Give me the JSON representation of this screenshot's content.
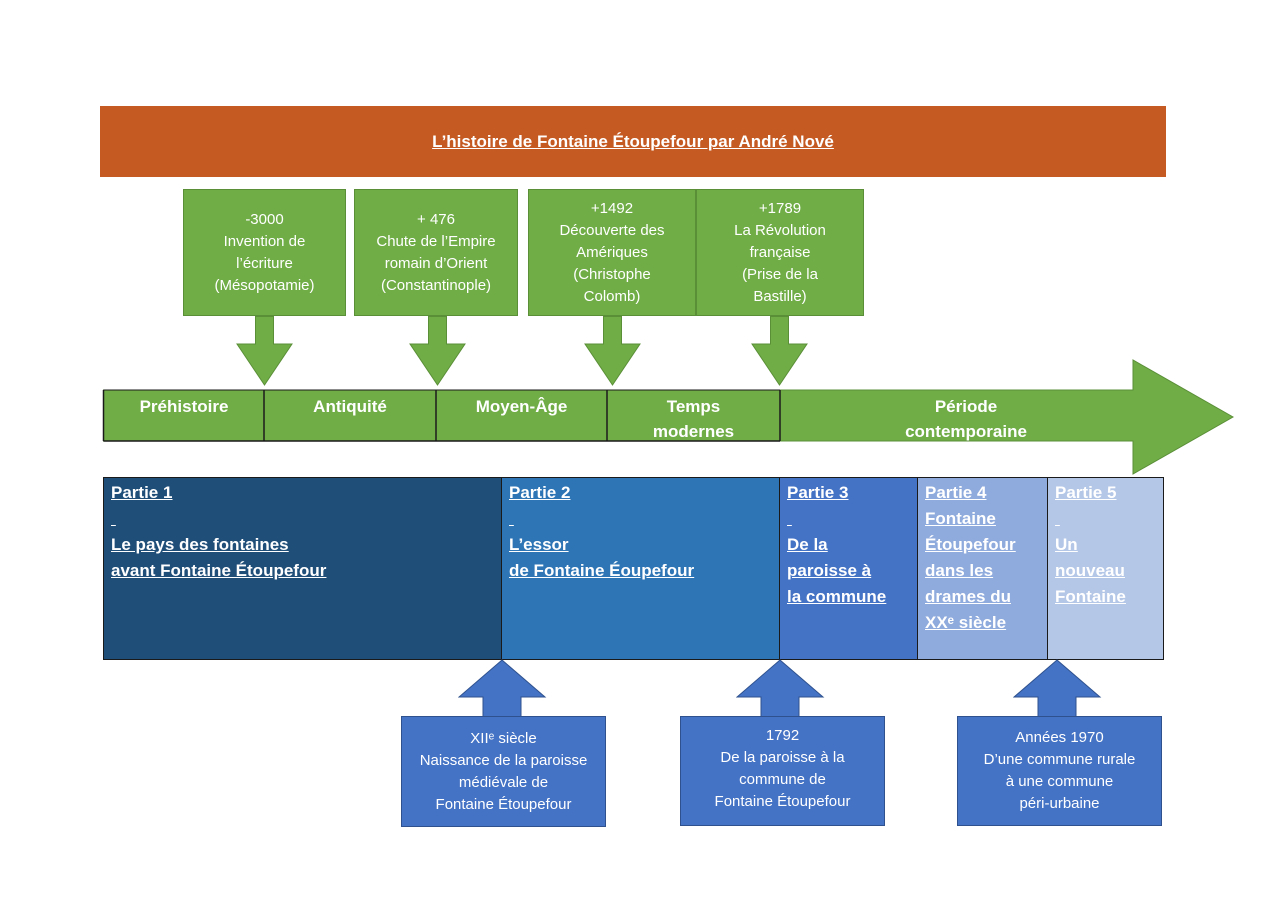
{
  "title": "L’histoire de Fontaine Étoupefour  par André Nové",
  "colors": {
    "title_bg": "#c55a22",
    "green": "#70ad47",
    "part1": "#1f4e79",
    "part2": "#2e75b6",
    "part3": "#4472c4",
    "part4": "#8faadc",
    "part5": "#b4c7e7",
    "blue_callout": "#4472c4"
  },
  "events_top": [
    {
      "lines": [
        "-3000",
        "Invention de",
        "l’écriture",
        "(Mésopotamie)"
      ]
    },
    {
      "lines": [
        "+ 476",
        "Chute de l’Empire",
        "romain d’Orient",
        "(Constantinople)"
      ]
    },
    {
      "lines": [
        "+1492",
        "Découverte des",
        "Amériques",
        "(Christophe",
        "Colomb)"
      ]
    },
    {
      "lines": [
        "+1789",
        "La Révolution",
        "française",
        "(Prise de la",
        "Bastille)"
      ]
    }
  ],
  "periods": [
    {
      "lines": [
        "Préhistoire"
      ]
    },
    {
      "lines": [
        "Antiquité"
      ]
    },
    {
      "lines": [
        "Moyen-Âge"
      ]
    },
    {
      "lines": [
        "Temps",
        "modernes"
      ]
    },
    {
      "lines": [
        "Période",
        "contemporaine"
      ]
    }
  ],
  "parts": [
    {
      "lines": [
        "Partie 1",
        "",
        "Le pays des fontaines",
        "avant Fontaine Étoupefour"
      ]
    },
    {
      "lines": [
        "Partie 2",
        "",
        "L’essor",
        "de Fontaine Éoupefour"
      ]
    },
    {
      "lines": [
        "Partie 3 ",
        "",
        "De la",
        "paroisse à",
        "la commune"
      ]
    },
    {
      "lines": [
        "Partie 4",
        "Fontaine",
        "Étoupefour",
        "dans les",
        "drames du",
        "XXᵉ siècle"
      ]
    },
    {
      "lines": [
        "Partie 5",
        "",
        "Un",
        "nouveau",
        "Fontaine"
      ]
    }
  ],
  "events_bottom": [
    {
      "lines": [
        "XIIᵉ siècle",
        "Naissance de la paroisse",
        "médiévale de",
        "Fontaine Étoupefour"
      ]
    },
    {
      "lines": [
        "1792",
        "De la paroisse à la",
        "commune de",
        "Fontaine Étoupefour"
      ]
    },
    {
      "lines": [
        "Années 1970",
        "D’une commune rurale",
        "à une commune",
        "péri-urbaine"
      ]
    }
  ]
}
